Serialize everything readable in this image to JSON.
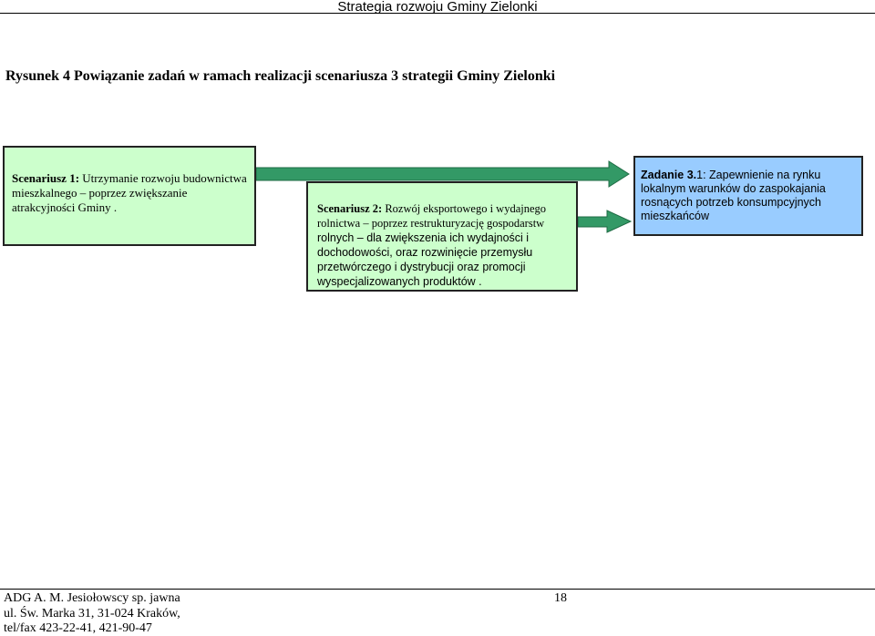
{
  "header": {
    "title": "Strategia rozwoju Gminy Zielonki"
  },
  "caption": "Rysunek 4 Powiązanie zadań w ramach realizacji scenariusza 3 strategii Gminy Zielonki",
  "boxes": {
    "scenario1": {
      "label": "Scenariusz 1:",
      "text": " Utrzymanie rozwoju budownictwa mieszkalnego – poprzez zwiększanie atrakcyjności Gminy ."
    },
    "scenario2": {
      "label": "Scenariusz 2:",
      "text_serif": " Rozwój eksportowego i wydajnego rolnictwa – poprzez restrukturyzację gospodarstw",
      "text_sans": "rolnych – dla zwiększenia ich wydajności i dochodowości, oraz rozwinięcie przemysłu przetwórczego i dystrybucji oraz promocji wyspecjalizowanych produktów ."
    },
    "task31": {
      "label": "Zadanie 3.",
      "text": "1: Zapewnienie na rynku lokalnym warunków do zaspokajania rosnących potrzeb konsumpcyjnych mieszkańców"
    }
  },
  "colors": {
    "box_green": "#ccffcc",
    "box_blue": "#99ccff",
    "arrow_green": "#339966"
  },
  "footer": {
    "line1": "ADG A. M. Jesiołowscy sp. jawna",
    "line2": "ul. Św. Marka 31, 31-024 Kraków,",
    "line3": "tel/fax 423-22-41, 421-90-47",
    "page_number": "18"
  }
}
